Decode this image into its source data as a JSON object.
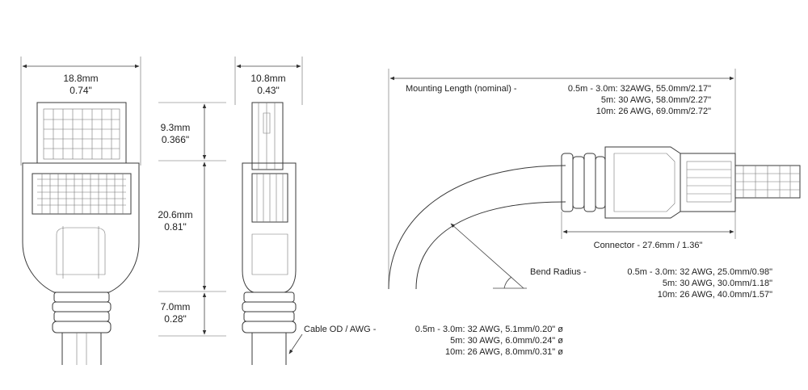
{
  "front_view": {
    "width_mm": "18.8mm",
    "width_in": "0.74\""
  },
  "side_view": {
    "width_mm": "10.8mm",
    "width_in": "0.43\"",
    "plug_len_mm": "9.3mm",
    "plug_len_in": "0.366\"",
    "boot_len_mm": "20.6mm",
    "boot_len_in": "0.81\"",
    "strain_len_mm": "7.0mm",
    "strain_len_in": "0.28\""
  },
  "cable_od": {
    "label": "Cable OD / AWG -",
    "rows": [
      "0.5m - 3.0m: 32 AWG, 5.1mm/0.20\" ø",
      "5m: 30 AWG, 6.0mm/0.24\" ø",
      "10m: 26 AWG, 8.0mm/0.31\" ø"
    ]
  },
  "mounting": {
    "label": "Mounting Length (nominal) -",
    "rows": [
      "0.5m - 3.0m: 32AWG, 55.0mm/2.17\"",
      "5m: 30 AWG, 58.0mm/2.27\"",
      "10m: 26 AWG, 69.0mm/2.72\""
    ]
  },
  "connector": {
    "label": "Connector - 27.6mm / 1.36\""
  },
  "bend_radius": {
    "label": "Bend Radius -",
    "rows": [
      "0.5m - 3.0m: 32 AWG, 25.0mm/0.98\"",
      "5m: 30 AWG, 30.0mm/1.18\"",
      "10m: 26 AWG, 40.0mm/1.57\""
    ]
  }
}
